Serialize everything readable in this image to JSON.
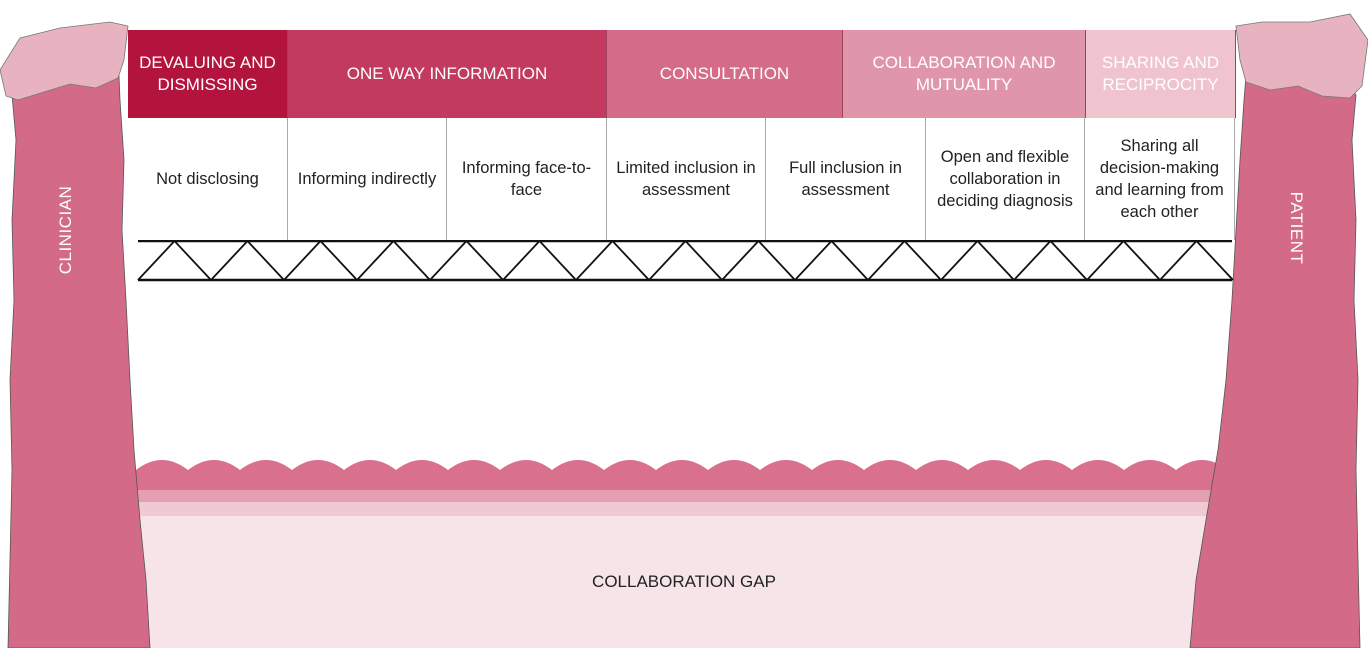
{
  "levels": [
    {
      "label": "DEVALUING AND DISMISSING",
      "color": "#b3143d"
    },
    {
      "label": "ONE WAY INFORMATION",
      "color": "#c23a5e"
    },
    {
      "label": "CONSULTATION",
      "color": "#d46c89"
    },
    {
      "label": "COLLABORATION AND MUTUALITY",
      "color": "#e096aa"
    },
    {
      "label": "SHARING AND RECIPROCITY",
      "color": "#efc4cf"
    }
  ],
  "steps": [
    "Not disclosing",
    "Informing indirectly",
    "Informing face-to-face",
    "Limited inclusion in assessment",
    "Full inclusion in assessment",
    "Open and flexible collaboration in deciding diagnosis",
    "Sharing all decision-making and learning from each other"
  ],
  "left_pillar": "CLINICIAN",
  "right_pillar": "PATIENT",
  "gap_label": "COLLABORATION GAP",
  "colors": {
    "pillar": "#d36b88",
    "pillar_top": "#e8b3c1",
    "wave_1": "#d9708d",
    "wave_2": "#e59fb2",
    "wave_3": "#f0c9d3",
    "gap_fill": "#f6e4e8"
  }
}
